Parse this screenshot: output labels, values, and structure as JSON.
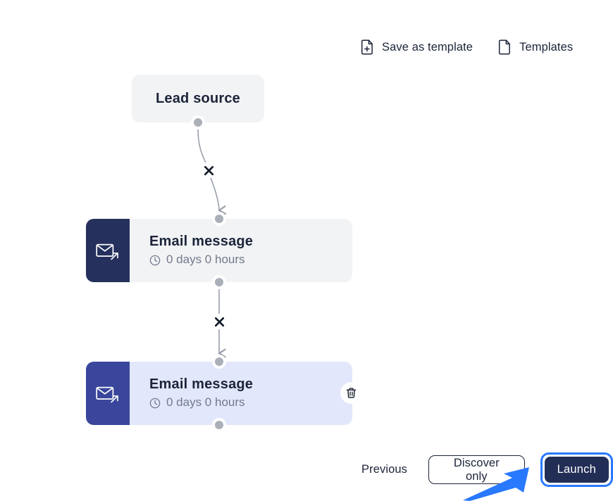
{
  "header": {
    "actions": [
      {
        "label": "Save as template",
        "icon": "document-plus-icon"
      },
      {
        "label": "Templates",
        "icon": "document-icon"
      }
    ]
  },
  "flow": {
    "nodes": [
      {
        "type": "lead-source",
        "title": "Lead source",
        "selected": false
      },
      {
        "type": "email-message",
        "title": "Email message",
        "delay": "0 days 0 hours",
        "icon": "email-send-icon",
        "selected": false
      },
      {
        "type": "email-message",
        "title": "Email message",
        "delay": "0 days 0 hours",
        "icon": "email-send-icon",
        "selected": true,
        "delete_icon": "trash-icon"
      }
    ],
    "edges": [
      {
        "from": "lead-source",
        "to": "email-message-1",
        "remove_icon": "x-icon",
        "shape": "curved"
      },
      {
        "from": "email-message-1",
        "to": "email-message-2",
        "remove_icon": "x-icon",
        "shape": "straight"
      }
    ]
  },
  "footer": {
    "previous_label": "Previous",
    "discover_label": "Discover only",
    "launch_label": "Launch"
  },
  "colors": {
    "node_default_bg": "#f2f3f5",
    "node_selected_bg": "#e3e7fb",
    "icon_block_default": "#25315c",
    "icon_block_selected": "#3a469b",
    "launch_bg": "#232e56",
    "focus_ring": "#2979ff",
    "annotation_arrow": "#2979ff",
    "text_primary": "#1b2439",
    "text_muted": "#727a8c",
    "edge_line": "#9aa0ab"
  }
}
